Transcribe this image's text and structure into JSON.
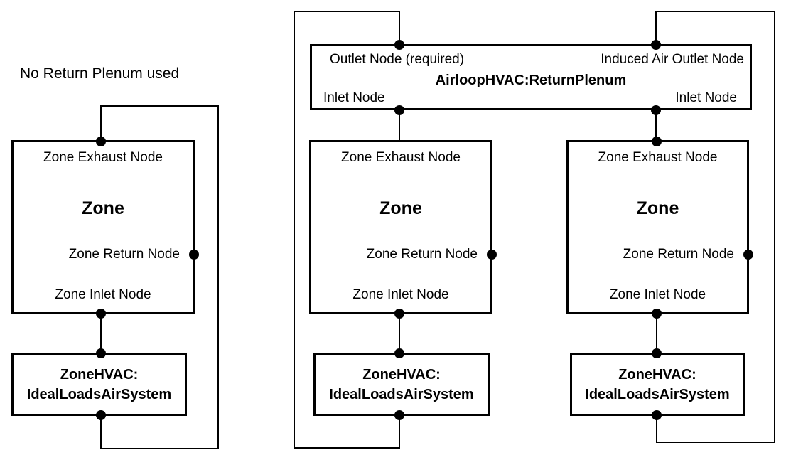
{
  "colors": {
    "ink": "#000000",
    "background": "#ffffff"
  },
  "left_diagram": {
    "caption": "No Return Plenum used",
    "zone": {
      "exhaust_node": "Zone Exhaust Node",
      "name": "Zone",
      "return_node": "Zone Return Node",
      "inlet_node": "Zone Inlet Node"
    },
    "hvac": {
      "line1": "ZoneHVAC:",
      "line2": "IdealLoadsAirSystem"
    }
  },
  "plenum_diagram": {
    "plenum": {
      "outlet_node": "Outlet Node (required)",
      "induced_air_outlet_node": "Induced Air Outlet Node",
      "name": "AirloopHVAC:ReturnPlenum",
      "inlet_node_left": "Inlet Node",
      "inlet_node_right": "Inlet Node"
    },
    "zones": [
      {
        "exhaust_node": "Zone Exhaust Node",
        "name": "Zone",
        "return_node": "Zone Return Node",
        "inlet_node": "Zone Inlet Node",
        "hvac": {
          "line1": "ZoneHVAC:",
          "line2": "IdealLoadsAirSystem"
        }
      },
      {
        "exhaust_node": "Zone Exhaust Node",
        "name": "Zone",
        "return_node": "Zone Return Node",
        "inlet_node": "Zone Inlet Node",
        "hvac": {
          "line1": "ZoneHVAC:",
          "line2": "IdealLoadsAirSystem"
        }
      }
    ]
  }
}
